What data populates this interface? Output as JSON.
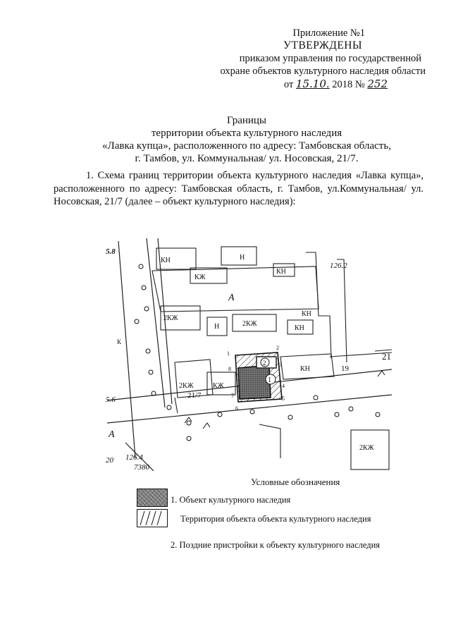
{
  "header": {
    "appendix": "Приложение №1",
    "approved": "УТВЕРЖДЕНЫ",
    "order_line1": "приказом управления по государственной",
    "order_line2": "охране объектов культурного наследия  области",
    "date_prefix": "от",
    "date_handwritten": "15.10.",
    "year": "2018",
    "number_prefix": "№",
    "number_handwritten": "252"
  },
  "title": {
    "line1": "Границы",
    "line2": "территории объекта культурного наследия",
    "line3": "«Лавка купца», расположенного по адресу: Тамбовская область,",
    "line4": "г. Тамбов, ул. Коммунальная/ ул. Носовская, 21/7."
  },
  "paragraph": "1. Схема границ территории объекта культурного наследия  «Лавка купца», расположенного по адресу: Тамбовская область, г. Тамбов, ул.Коммунальная/ ул. Носовская, 21/7 (далее – объект культурного наследия):",
  "map": {
    "labels": {
      "elev_top_left": "5.8",
      "elev_top_right": "126.2",
      "elev_bottom": "126.4",
      "elev_left_mid": "5.6",
      "block_letter_a_top": "А",
      "block_letter_a_left": "А",
      "house_number": "21/7",
      "house_19": "19",
      "right_edge_num": "21",
      "bottom_left_code": "20",
      "bottom_code": "7380",
      "k_label": "К",
      "kn": "КН",
      "kzh": "КЖ",
      "n": "Н",
      "two_kzh": "2КЖ",
      "zone1": "1",
      "zone2": "2",
      "pt1": "1",
      "pt2": "2",
      "pt3": "3",
      "pt4": "4",
      "pt5": "5",
      "pt6": "6",
      "pt7": "7",
      "pt8": "8"
    }
  },
  "legend": {
    "title": "Условные обозначения",
    "item1": "1. Объект культурного наследия",
    "item2": "Территория объекта объекта культурного наследия",
    "item3": "2. Поздние пристройки к объекту культурного наследия"
  }
}
